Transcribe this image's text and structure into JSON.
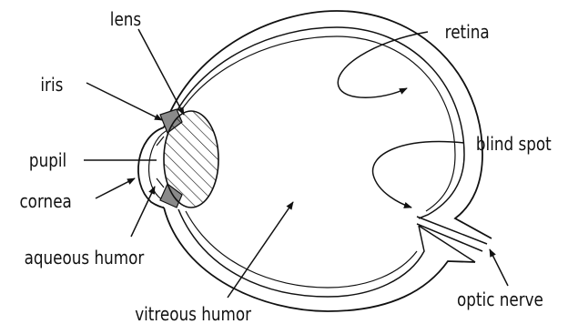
{
  "labels": {
    "lens": "lens",
    "iris": "iris",
    "pupil": "pupil",
    "cornea": "cornea",
    "aqueous_humor": "aqueous humor",
    "vitreous_humor": "vitreous humor",
    "retina": "retina",
    "blind_spot": "blind spot",
    "optic_nerve": "optic nerve"
  },
  "colors": {
    "ink": "#111111",
    "iris_fill": "#8a8a8a",
    "background": "#ffffff"
  }
}
